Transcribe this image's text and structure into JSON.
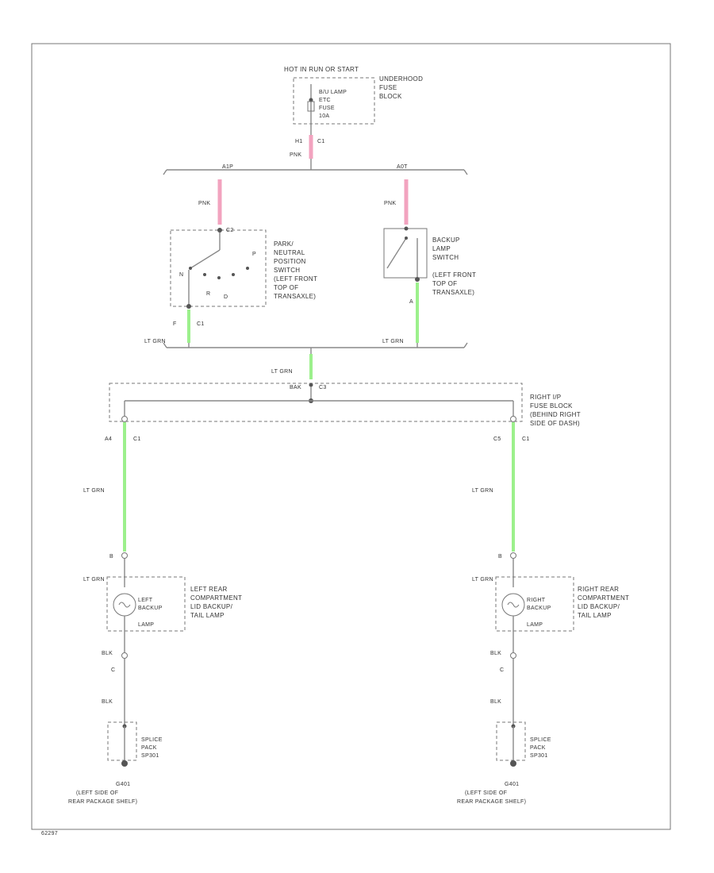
{
  "fuse_block": {
    "power_label": "HOT IN RUN OR START",
    "name": [
      "UNDERHOOD",
      "FUSE",
      "BLOCK"
    ],
    "fuse": [
      "B/U LAMP",
      "ETC",
      "FUSE",
      "10A"
    ],
    "pin": "H1",
    "connector": "C1",
    "wire_color": "PNK"
  },
  "splice_top": {
    "left_label": "A1P",
    "right_label": "A0T"
  },
  "pnp_switch": {
    "wire_in": "PNK",
    "connector": "C2",
    "desc": [
      "PARK/",
      "NEUTRAL",
      "POSITION",
      "SWITCH",
      "(LEFT FRONT",
      "TOP OF",
      "TRANSAXLE)"
    ],
    "pin_labels": [
      "N",
      "R",
      "D",
      "P"
    ],
    "out_pin": "F",
    "out_connector": "C1",
    "wire_out": "LT GRN"
  },
  "backup_switch": {
    "wire_in": "PNK",
    "desc": [
      "BACKUP",
      "LAMP",
      "SWITCH",
      "(LEFT FRONT",
      "TOP OF",
      "TRANSAXLE)"
    ],
    "out_pin": "A",
    "wire_out": "LT GRN"
  },
  "middle": {
    "wire": "LT GRN",
    "bus_label": "BAK",
    "bus_connector": "C3",
    "fuse_block_desc": [
      "RIGHT I/P",
      "FUSE BLOCK",
      "(BEHIND RIGHT",
      "SIDE OF DASH)"
    ]
  },
  "left_branch": {
    "pin": "A4",
    "connector": "C1",
    "wire": "LT GRN",
    "lamp_pin": "B",
    "lamp_wire": "LT GRN",
    "lamp_inner": [
      "LEFT",
      "BACKUP",
      "LAMP"
    ],
    "lamp_desc": [
      "LEFT REAR",
      "COMPARTMENT",
      "LID BACKUP/",
      "TAIL LAMP"
    ],
    "gnd_wire": "BLK",
    "gnd_pin": "C",
    "gnd_wire2": "BLK",
    "splice": [
      "SPLICE",
      "PACK",
      "SP301"
    ],
    "ground_id": "G401",
    "ground_desc": [
      "(LEFT SIDE OF",
      "REAR PACKAGE SHELF)"
    ]
  },
  "right_branch": {
    "pin": "C5",
    "connector": "C1",
    "wire": "LT GRN",
    "lamp_pin": "B",
    "lamp_wire": "LT GRN",
    "lamp_inner": [
      "RIGHT",
      "BACKUP",
      "LAMP"
    ],
    "lamp_desc": [
      "RIGHT REAR",
      "COMPARTMENT",
      "LID BACKUP/",
      "TAIL LAMP"
    ],
    "gnd_wire": "BLK",
    "gnd_pin": "C",
    "gnd_wire2": "BLK",
    "splice": [
      "SPLICE",
      "PACK",
      "SP301"
    ],
    "ground_id": "G401",
    "ground_desc": [
      "(LEFT SIDE OF",
      "REAR PACKAGE SHELF)"
    ]
  },
  "footer_code": "62297",
  "colors": {
    "power_wire": "#f2a3bf",
    "signal_wire": "#9cf08c",
    "frame": "#666666"
  }
}
